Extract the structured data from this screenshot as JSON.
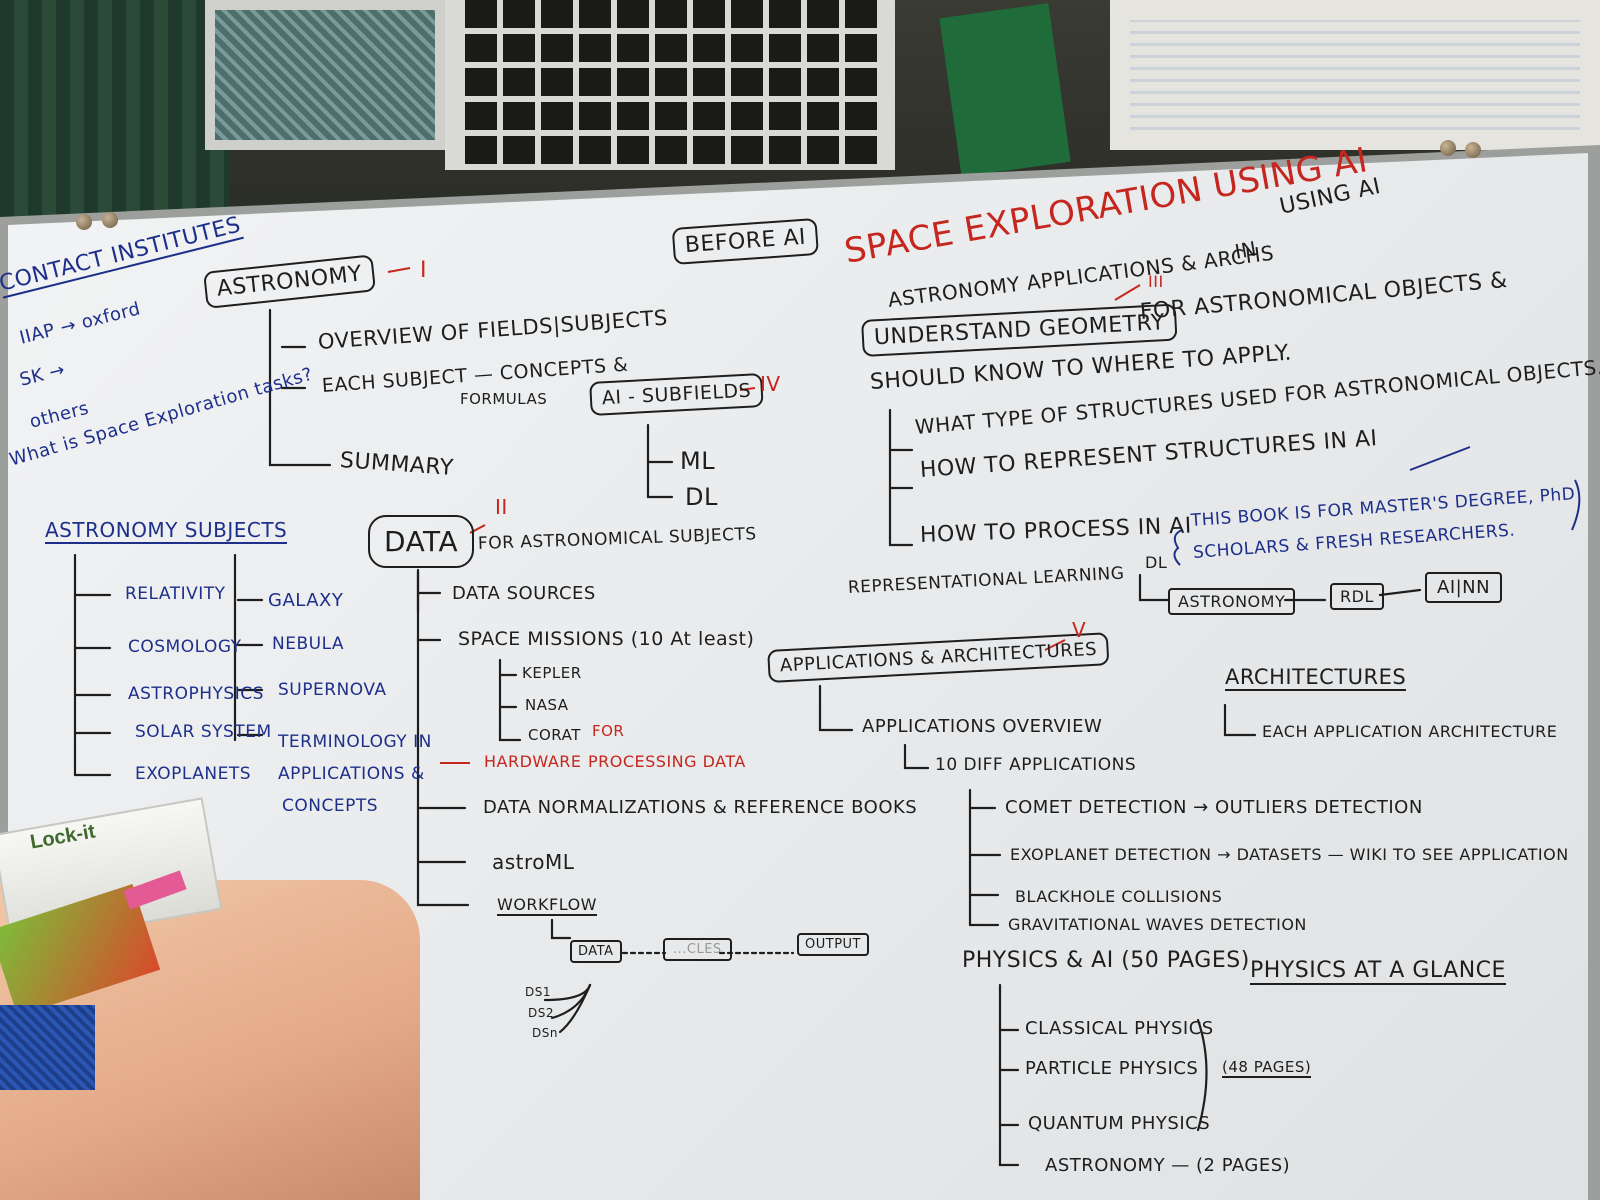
{
  "board": {
    "header": {
      "before_ai": "BEFORE AI",
      "title": "SPACE EXPLORATION USING AI",
      "using_ai": "USING AI",
      "in": "IN",
      "subtitle": "ASTRONOMY APPLICATIONS & ARCHS"
    },
    "contact": {
      "title": "CONTACT INSTITUTES",
      "items": [
        "IIAP → oxford",
        "SK →",
        "others"
      ],
      "question": "What is Space Exploration tasks?"
    },
    "astronomy": {
      "label": "ASTRONOMY",
      "numeral": "I",
      "items": [
        "OVERVIEW OF FIELDS|SUBJECTS",
        "EACH SUBJECT — CONCEPTS &",
        "FORMULAS",
        "SUMMARY"
      ]
    },
    "subjects": {
      "title": "ASTRONOMY SUBJECTS",
      "left": [
        "RELATIVITY",
        "COSMOLOGY",
        "ASTROPHYSICS",
        "SOLAR SYSTEM",
        "EXOPLANETS"
      ],
      "right": [
        "GALAXY",
        "NEBULA",
        "SUPERNOVA",
        "TERMINOLOGY IN",
        "APPLICATIONS &",
        "CONCEPTS"
      ]
    },
    "ai_subfields": {
      "label": "AI - SUBFIELDS",
      "numeral": "IV",
      "items": [
        "ML",
        "DL"
      ]
    },
    "data": {
      "label": "DATA",
      "numeral": "II",
      "suffix": "FOR ASTRONOMICAL SUBJECTS",
      "items": [
        "DATA SOURCES",
        "SPACE MISSIONS (10 At least)",
        "KEPLER",
        "NASA",
        "CORAT",
        "HARDWARE",
        "FOR",
        "PROCESSING DATA",
        "DATA NORMALIZATIONS & REFERENCE BOOKS",
        "astroML",
        "WORKFLOW"
      ],
      "workflow": [
        "DATA",
        "...CLES",
        "OUTPUT",
        "DS1",
        "DS2",
        "DSn"
      ]
    },
    "geometry": {
      "label": "UNDERSTAND GEOMETRY",
      "numeral": "III",
      "line1": "FOR ASTRONOMICAL OBJECTS &",
      "line2": "SHOULD KNOW TO WHERE TO APPLY.",
      "items": [
        "WHAT TYPE OF STRUCTURES USED FOR ASTRONOMICAL OBJECTS.",
        "HOW TO REPRESENT STRUCTURES IN AI",
        "HOW TO PROCESS IN AI"
      ],
      "note": "THIS BOOK IS FOR MASTER'S DEGREE, PhD SCHOLARS & FRESH RESEARCHERS.",
      "repr": "REPRESENTATIONAL LEARNING",
      "dl": "DL",
      "chain": [
        "ASTRONOMY",
        "RDL",
        "AI|NN"
      ]
    },
    "applications": {
      "label": "APPLICATIONS & ARCHITECTURES",
      "numeral": "V",
      "items": [
        "APPLICATIONS OVERVIEW",
        "10 DIFF APPLICATIONS",
        "COMET DETECTION → OUTLIERS DETECTION",
        "EXOPLANET DETECTION → DATASETS — WIKI TO SEE APPLICATION",
        "BLACKHOLE COLLISIONS",
        "GRAVITATIONAL WAVES DETECTION"
      ]
    },
    "architectures": {
      "title": "ARCHITECTURES",
      "item": "EACH APPLICATION ARCHITECTURE"
    },
    "physics": {
      "title": "PHYSICS & AI (50 PAGES)",
      "glance": "PHYSICS AT A GLANCE",
      "items": [
        "CLASSICAL PHYSICS",
        "PARTICLE PHYSICS",
        "QUANTUM PHYSICS",
        "ASTRONOMY — (2 PAGES)"
      ],
      "pages_note": "(48 PAGES)"
    }
  },
  "scene": {
    "box_label": "Lock-it"
  },
  "ink_colors": {
    "black": "#1e1e1e",
    "blue": "#1d2f8a",
    "red": "#c5261e"
  }
}
